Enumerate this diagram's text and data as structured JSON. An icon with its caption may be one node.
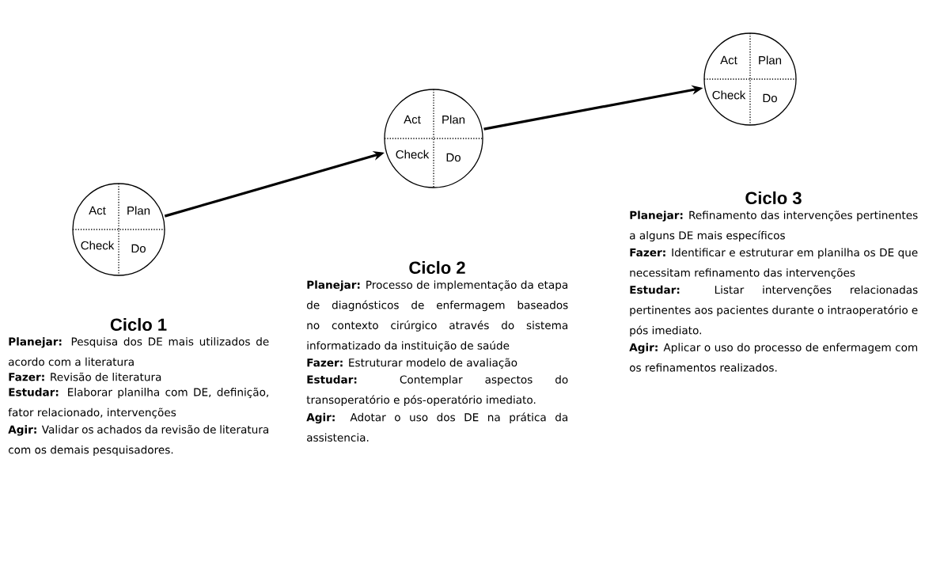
{
  "diagram": {
    "nodes": [
      {
        "text": [
          "Act",
          "Plan",
          "Check",
          "Do"
        ],
        "beside": [
          "Ciclo 1",
          "**Planejar:** Pesquisa dos DE mais utilizados de acordo com a literatura",
          "**Fazer:** Revisão de literatura",
          "**Estudar:** Elaborar planilha com DE, definição, fator relacionado, intervenções",
          "**Agir:** Validar os achados da revisão de literatura com os demais pesquisadores."
        ]
      },
      {
        "text": [
          "Act",
          "Plan",
          "Check",
          "Do"
        ],
        "beside": [
          "Ciclo 2",
          "**Planejar:** Processo de implementação da etapa de diagnósticos de enfermagem baseados no contexto cirúrgico através do sistema informatizado da instituição de saúde",
          "**Fazer:** Estruturar modelo de avaliação",
          "**Estudar:** Contemplar aspectos do transoperatório e pós-operatório imediato.",
          "**Agir:** Adotar o uso dos DE na prática da assistencia."
        ]
      },
      {
        "text": [
          "Act",
          "Plan",
          "Check",
          "Do"
        ],
        "beside": [
          "Ciclo 3",
          "**Planejar:** Refinamento das intervenções pertinentes a alguns DE mais específicos",
          "**Fazer:** Identificar e estruturar em planilha os DE que necessitam refinamento das intervenções",
          "**Estudar:** Listar intervenções relacionadas pertinentes aos pacientes durante o intraoperatório e pós imediato.",
          "**Agir:** Aplicar o uso do processo de enfermagem com os refinamentos realizados."
        ]
      }
    ],
    "edges": [
      {
        "from": 0,
        "to": 1,
        "arrow": "to"
      },
      {
        "from": 1,
        "to": 2,
        "arrow": "to"
      }
    ]
  }
}
